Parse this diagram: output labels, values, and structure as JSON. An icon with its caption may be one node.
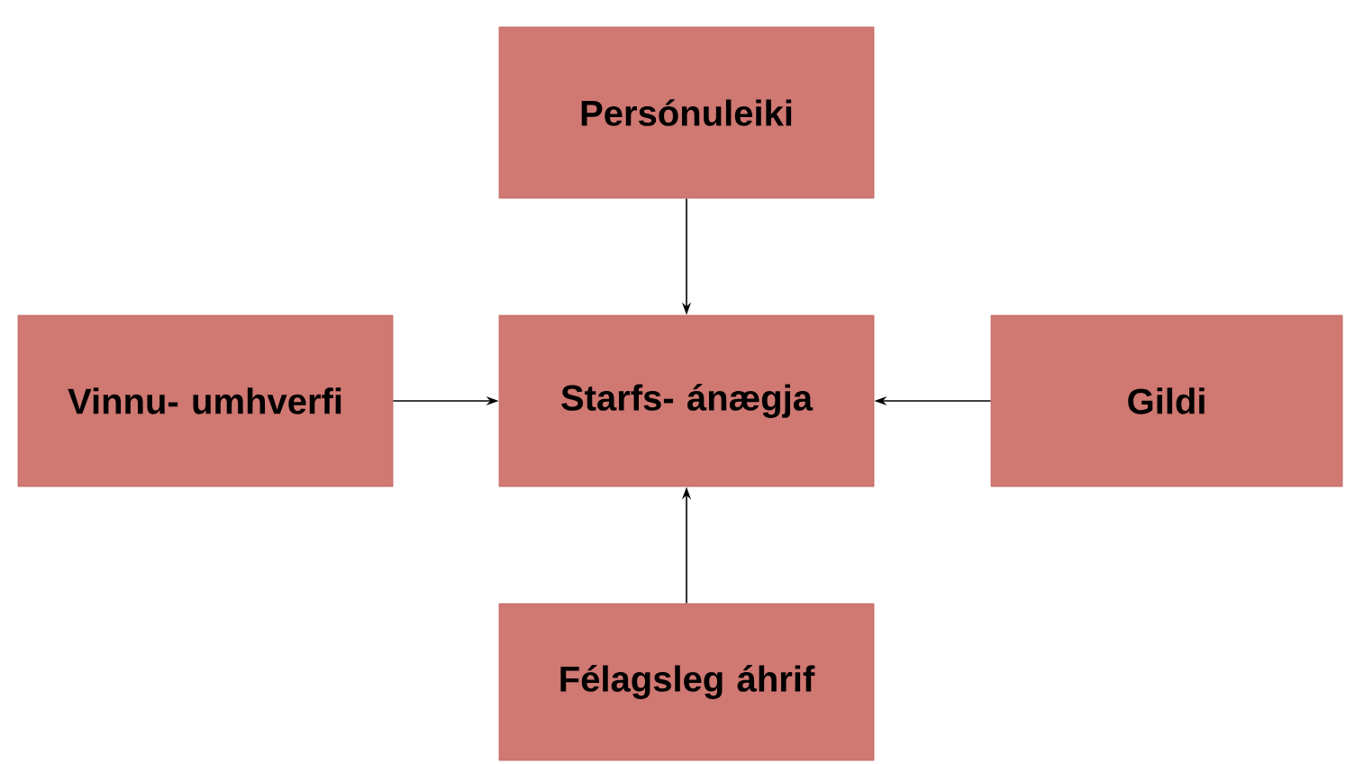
{
  "diagram": {
    "nodes": [
      {
        "text": [
          "Persónuleiki"
        ]
      },
      {
        "text": [
          "Vinnu- umhverfi"
        ]
      },
      {
        "text": [
          "Starfs- ánægja"
        ]
      },
      {
        "text": [
          "Gildi"
        ]
      },
      {
        "text": [
          "Félagsleg áhrif"
        ]
      }
    ],
    "edges": [
      {
        "from": 0,
        "to": 2,
        "arrow": "to"
      },
      {
        "from": 1,
        "to": 2,
        "arrow": "to"
      },
      {
        "from": 3,
        "to": 2,
        "arrow": "to"
      },
      {
        "from": 4,
        "to": 2,
        "arrow": "to"
      }
    ]
  }
}
